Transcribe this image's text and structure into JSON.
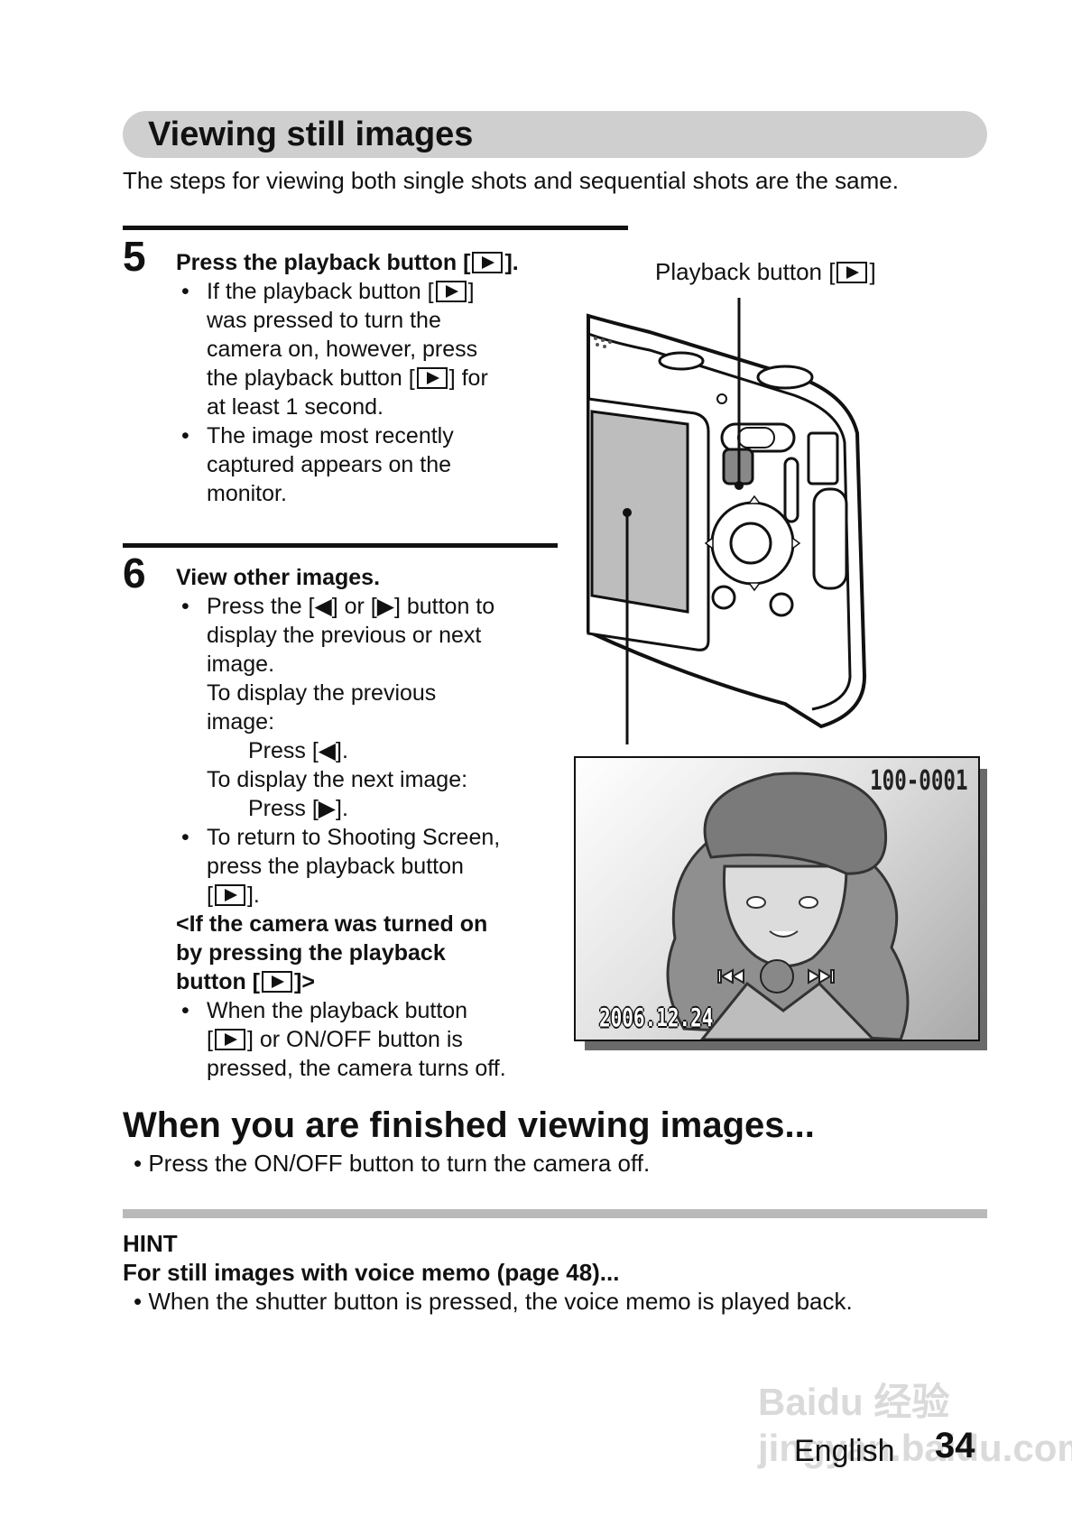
{
  "title": "Viewing still images",
  "intro": "The steps for viewing both single shots and sequential shots are the same.",
  "step5": {
    "number": "5",
    "heading_a": "Press the playback button [",
    "heading_b": "].",
    "b1_a": "If the playback button [",
    "b1_b": "]",
    "b1_l2": "was pressed to turn the",
    "b1_l3": "camera on, however, press",
    "b1_l4a": "the playback button [",
    "b1_l4b": "] for",
    "b1_l5": "at least 1 second.",
    "b2_l1": "The image most recently",
    "b2_l2": "captured appears on the",
    "b2_l3": "monitor."
  },
  "step6": {
    "number": "6",
    "heading": "View other images.",
    "b1_l1": "Press the [◀] or [▶] button to",
    "b1_l2": "display the previous or next",
    "b1_l3": "image.",
    "b1_l4": "To display the previous",
    "b1_l5": "image:",
    "b1_l6": "Press [◀].",
    "b1_l7": "To display the next image:",
    "b1_l8": "Press [▶].",
    "b2_l1": "To return to Shooting Screen,",
    "b2_l2": "press the playback button",
    "b2_l3a": "[",
    "b2_l3b": "].",
    "sub_l1": "<If the camera was turned on",
    "sub_l2": "by pressing the playback",
    "sub_l3a": "button [",
    "sub_l3b": "]>",
    "b3_l1": "When the playback button",
    "b3_l2a": "[",
    "b3_l2b": "] or ON/OFF button is",
    "b3_l3": "pressed, the camera turns off."
  },
  "callout_a": "Playback button [",
  "callout_b": "]",
  "screen": {
    "file_no": "100-0001",
    "date": "2006.12.24"
  },
  "finish": {
    "heading": "When you are finished viewing images...",
    "bullet": "Press the ON/OFF button to turn the camera off."
  },
  "hint": {
    "label": "HINT",
    "subheading": "For still images with voice memo (page 48)...",
    "bullet": "When the shutter button is pressed, the voice memo is played back."
  },
  "footer": {
    "language": "English",
    "page": "34"
  },
  "watermark": "Baidu 经验 jingyan.baidu.com",
  "icons": {
    "playback": "playback-icon",
    "left": "left-arrow-icon",
    "right": "right-arrow-icon"
  }
}
